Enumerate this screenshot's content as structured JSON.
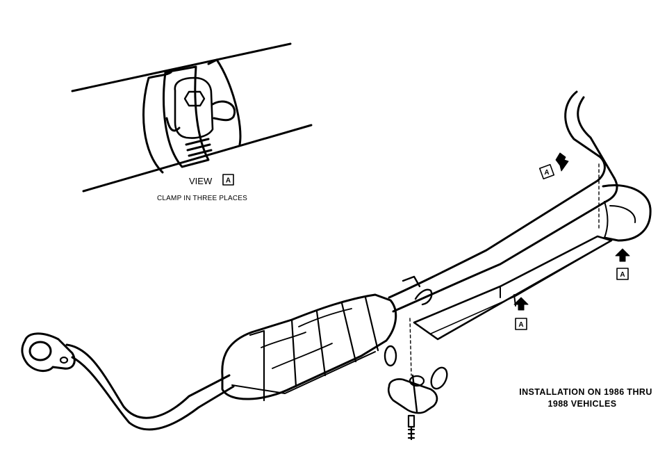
{
  "view_detail": {
    "view_label": "VIEW",
    "view_letter": "A",
    "clamp_note": "CLAMP IN THREE PLACES"
  },
  "callouts": {
    "letter": "A"
  },
  "installation_note": {
    "line1": "INSTALLATION ON 1986 THRU",
    "line2": "1988 VEHICLES"
  },
  "colors": {
    "ink": "#000000",
    "paper": "#ffffff"
  }
}
